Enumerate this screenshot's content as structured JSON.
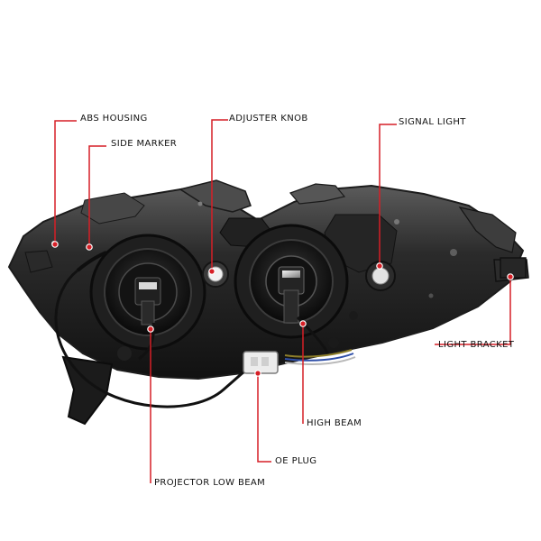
{
  "labels": {
    "abs_housing": "ABS HOUSING",
    "side_marker": "SIDE MARKER",
    "adjuster_knob": "ADJUSTER KNOB",
    "signal_light": "SIGNAL LIGHT",
    "light_bracket": "LIGHT BRACKET",
    "high_beam": "HIGH BEAM",
    "oe_plug": "OE PLUG",
    "projector_low_beam": "PROJECTOR LOW BEAM"
  },
  "colors": {
    "callout_line": "#d61f26",
    "callout_dot": "#d61f26",
    "text": "#111111"
  }
}
